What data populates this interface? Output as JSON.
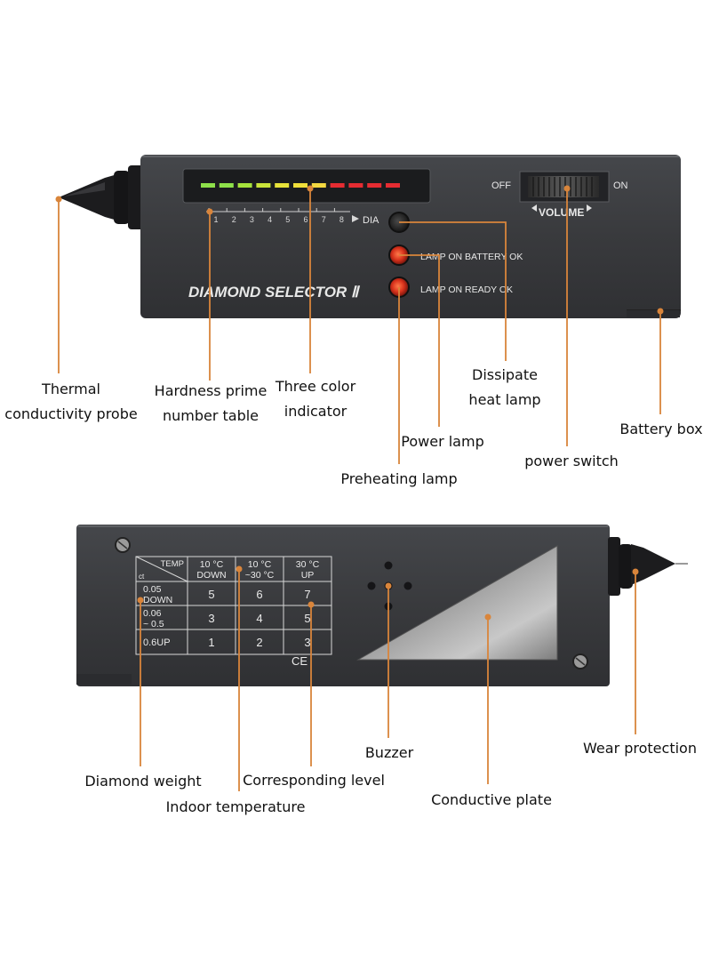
{
  "top_device": {
    "brand": "DIAMOND SELECTOR",
    "model_numeral": "Ⅱ",
    "scale_numbers": [
      "1",
      "2",
      "3",
      "4",
      "5",
      "6",
      "7",
      "8"
    ],
    "scale_end": "DIA",
    "switch_off": "OFF",
    "switch_on": "ON",
    "volume": "VOLUME",
    "lamp_battery_text": "LAMP ON BATTERY OK",
    "lamp_ready_text": "LAMP ON READY OK",
    "led_colors": [
      "#8ee04a",
      "#8ee04a",
      "#a6e23c",
      "#c9e33a",
      "#e7e23a",
      "#f0de3a",
      "#f3d840",
      "#e52c32",
      "#e52c32",
      "#e52c32",
      "#e52c32"
    ]
  },
  "bottom_device": {
    "table": {
      "corner_temp": "TEMP",
      "corner_unit": "ct",
      "headers": [
        [
          "10 °C",
          "DOWN"
        ],
        [
          "10 °C",
          "~30 °C"
        ],
        [
          "30 °C",
          "UP"
        ]
      ],
      "rows": [
        {
          "label": [
            "0.05",
            "DOWN"
          ],
          "values": [
            "5",
            "6",
            "7"
          ]
        },
        {
          "label": [
            "0.06",
            "~ 0.5"
          ],
          "values": [
            "3",
            "4",
            "5"
          ]
        },
        {
          "label": [
            "0.6UP"
          ],
          "values": [
            "1",
            "2",
            "3"
          ]
        }
      ]
    },
    "ce_mark": "CE"
  },
  "callouts": {
    "thermal_probe": [
      "Thermal",
      "conductivity probe"
    ],
    "hardness_table": [
      "Hardness prime",
      "number table"
    ],
    "three_color": [
      "Three color",
      "indicator"
    ],
    "dissipate_lamp": [
      "Dissipate",
      "heat lamp"
    ],
    "power_lamp": "Power lamp",
    "preheating_lamp": "Preheating lamp",
    "power_switch": "power switch",
    "battery_box": "Battery box",
    "diamond_weight": "Diamond weight",
    "indoor_temperature": "Indoor temperature",
    "corresponding_level": "Corresponding level",
    "buzzer": "Buzzer",
    "conductive_plate": "Conductive plate",
    "wear_protection": "Wear protection"
  },
  "colors": {
    "device_body": "#3a3b3e",
    "leader_line": "#d9853b",
    "lamp_red": "#d8321c"
  }
}
